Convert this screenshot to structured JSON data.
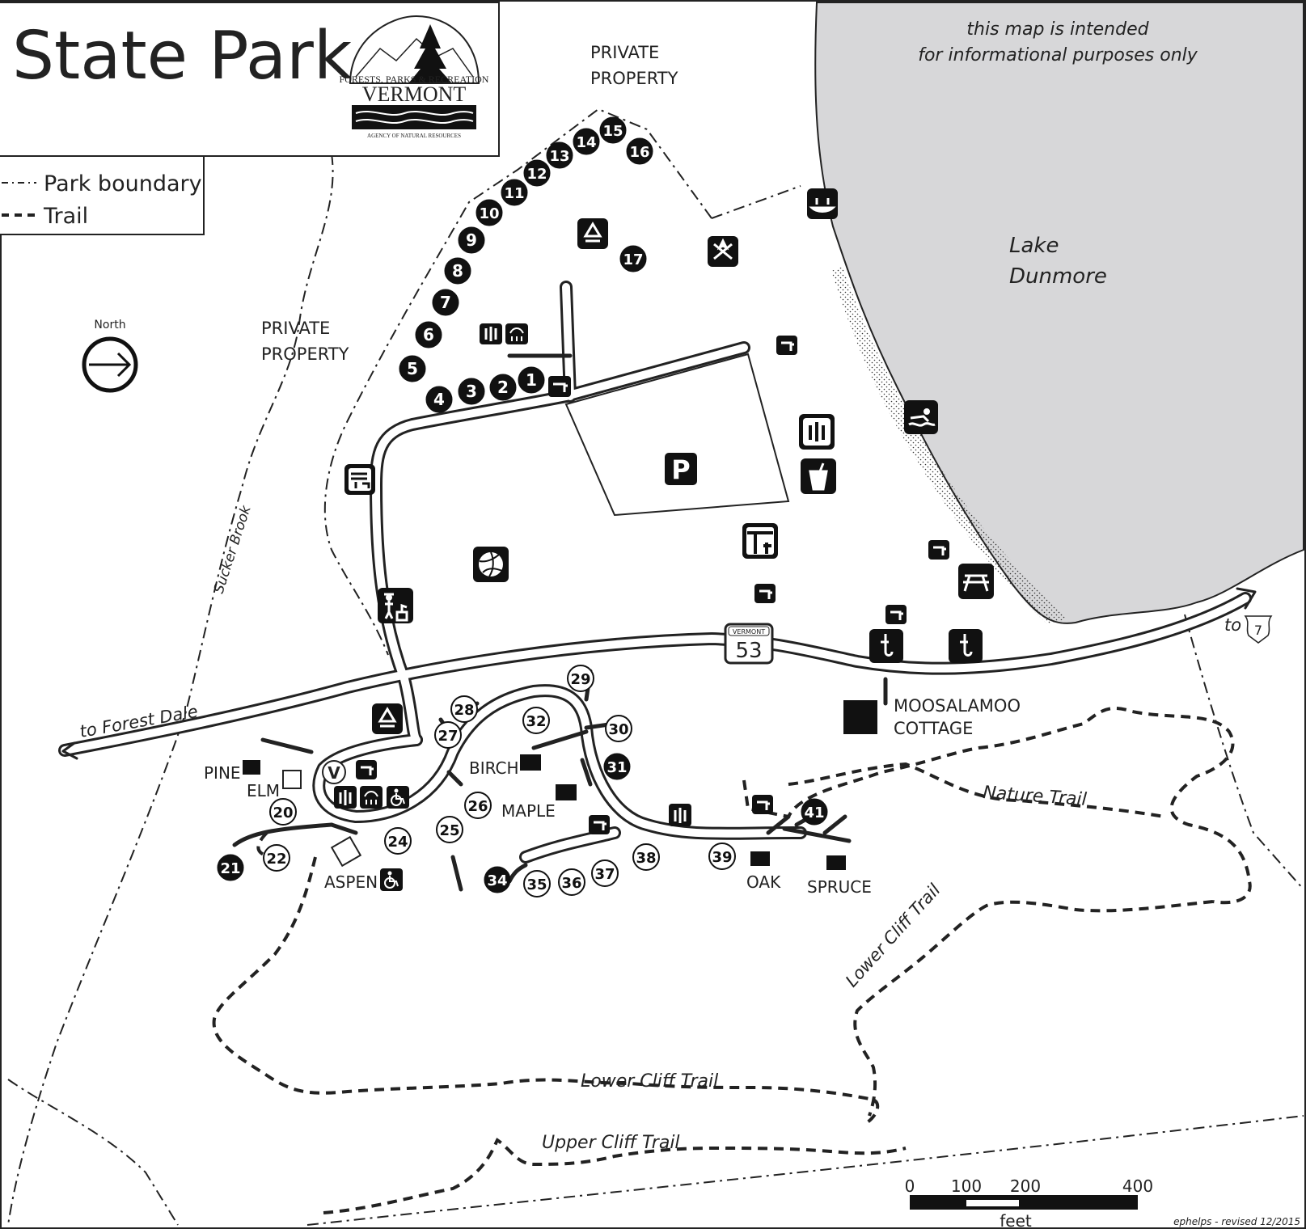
{
  "title": "State Park",
  "logo": {
    "line1": "FORESTS, PARKS & RECREATION",
    "line2": "VERMONT",
    "line3": "AGENCY OF NATURAL RESOURCES"
  },
  "legend": {
    "boundary": "Park boundary",
    "trail": "Trail"
  },
  "north_label": "North",
  "disclaimer": [
    "this map is intended",
    "for informational purposes only"
  ],
  "labels": {
    "private_top": [
      "PRIVATE",
      "PROPERTY"
    ],
    "private_left": [
      "PRIVATE",
      "PROPERTY"
    ],
    "lake": [
      "Lake",
      "Dunmore"
    ],
    "brook": "Sucker Brook",
    "forest_dale": "to Forest Dale",
    "to7": "to",
    "route7": "7",
    "route53_state": "VERMONT",
    "route53": "53",
    "cottage": [
      "MOOSALAMOO",
      "COTTAGE"
    ],
    "nature_trail": "Nature Trail",
    "lower_cliff_diag": "Lower Cliff Trail",
    "lower_cliff": "Lower Cliff Trail",
    "upper_cliff": "Upper Cliff Trail",
    "pine": "PINE",
    "elm": "ELM",
    "aspen": "ASPEN",
    "birch": "BIRCH",
    "maple": "MAPLE",
    "oak": "OAK",
    "spruce": "SPRUCE",
    "visitor": "V",
    "parking": "P"
  },
  "scale": {
    "ticks": [
      "0",
      "100",
      "200",
      "400"
    ],
    "unit": "feet"
  },
  "credit": "ephelps - revised 12/2015",
  "sites_filled": [
    "1",
    "2",
    "3",
    "4",
    "5",
    "6",
    "7",
    "8",
    "9",
    "10",
    "11",
    "12",
    "13",
    "14",
    "15",
    "16",
    "17",
    "21",
    "31",
    "34",
    "41"
  ],
  "sites_open": [
    "20",
    "22",
    "24",
    "25",
    "26",
    "27",
    "28",
    "29",
    "30",
    "32",
    "35",
    "36",
    "37",
    "38",
    "39"
  ],
  "icons": [
    "recycling-icon",
    "fireplace-icon",
    "boat-launch-icon",
    "restroom-icon",
    "shower-icon",
    "water-tap-icon",
    "swimming-icon",
    "snack-bar-icon",
    "pavilion-icon",
    "picnic-table-icon",
    "volleyball-icon",
    "ranger-station-icon",
    "dump-station-icon",
    "fishing-icon",
    "accessible-icon"
  ]
}
